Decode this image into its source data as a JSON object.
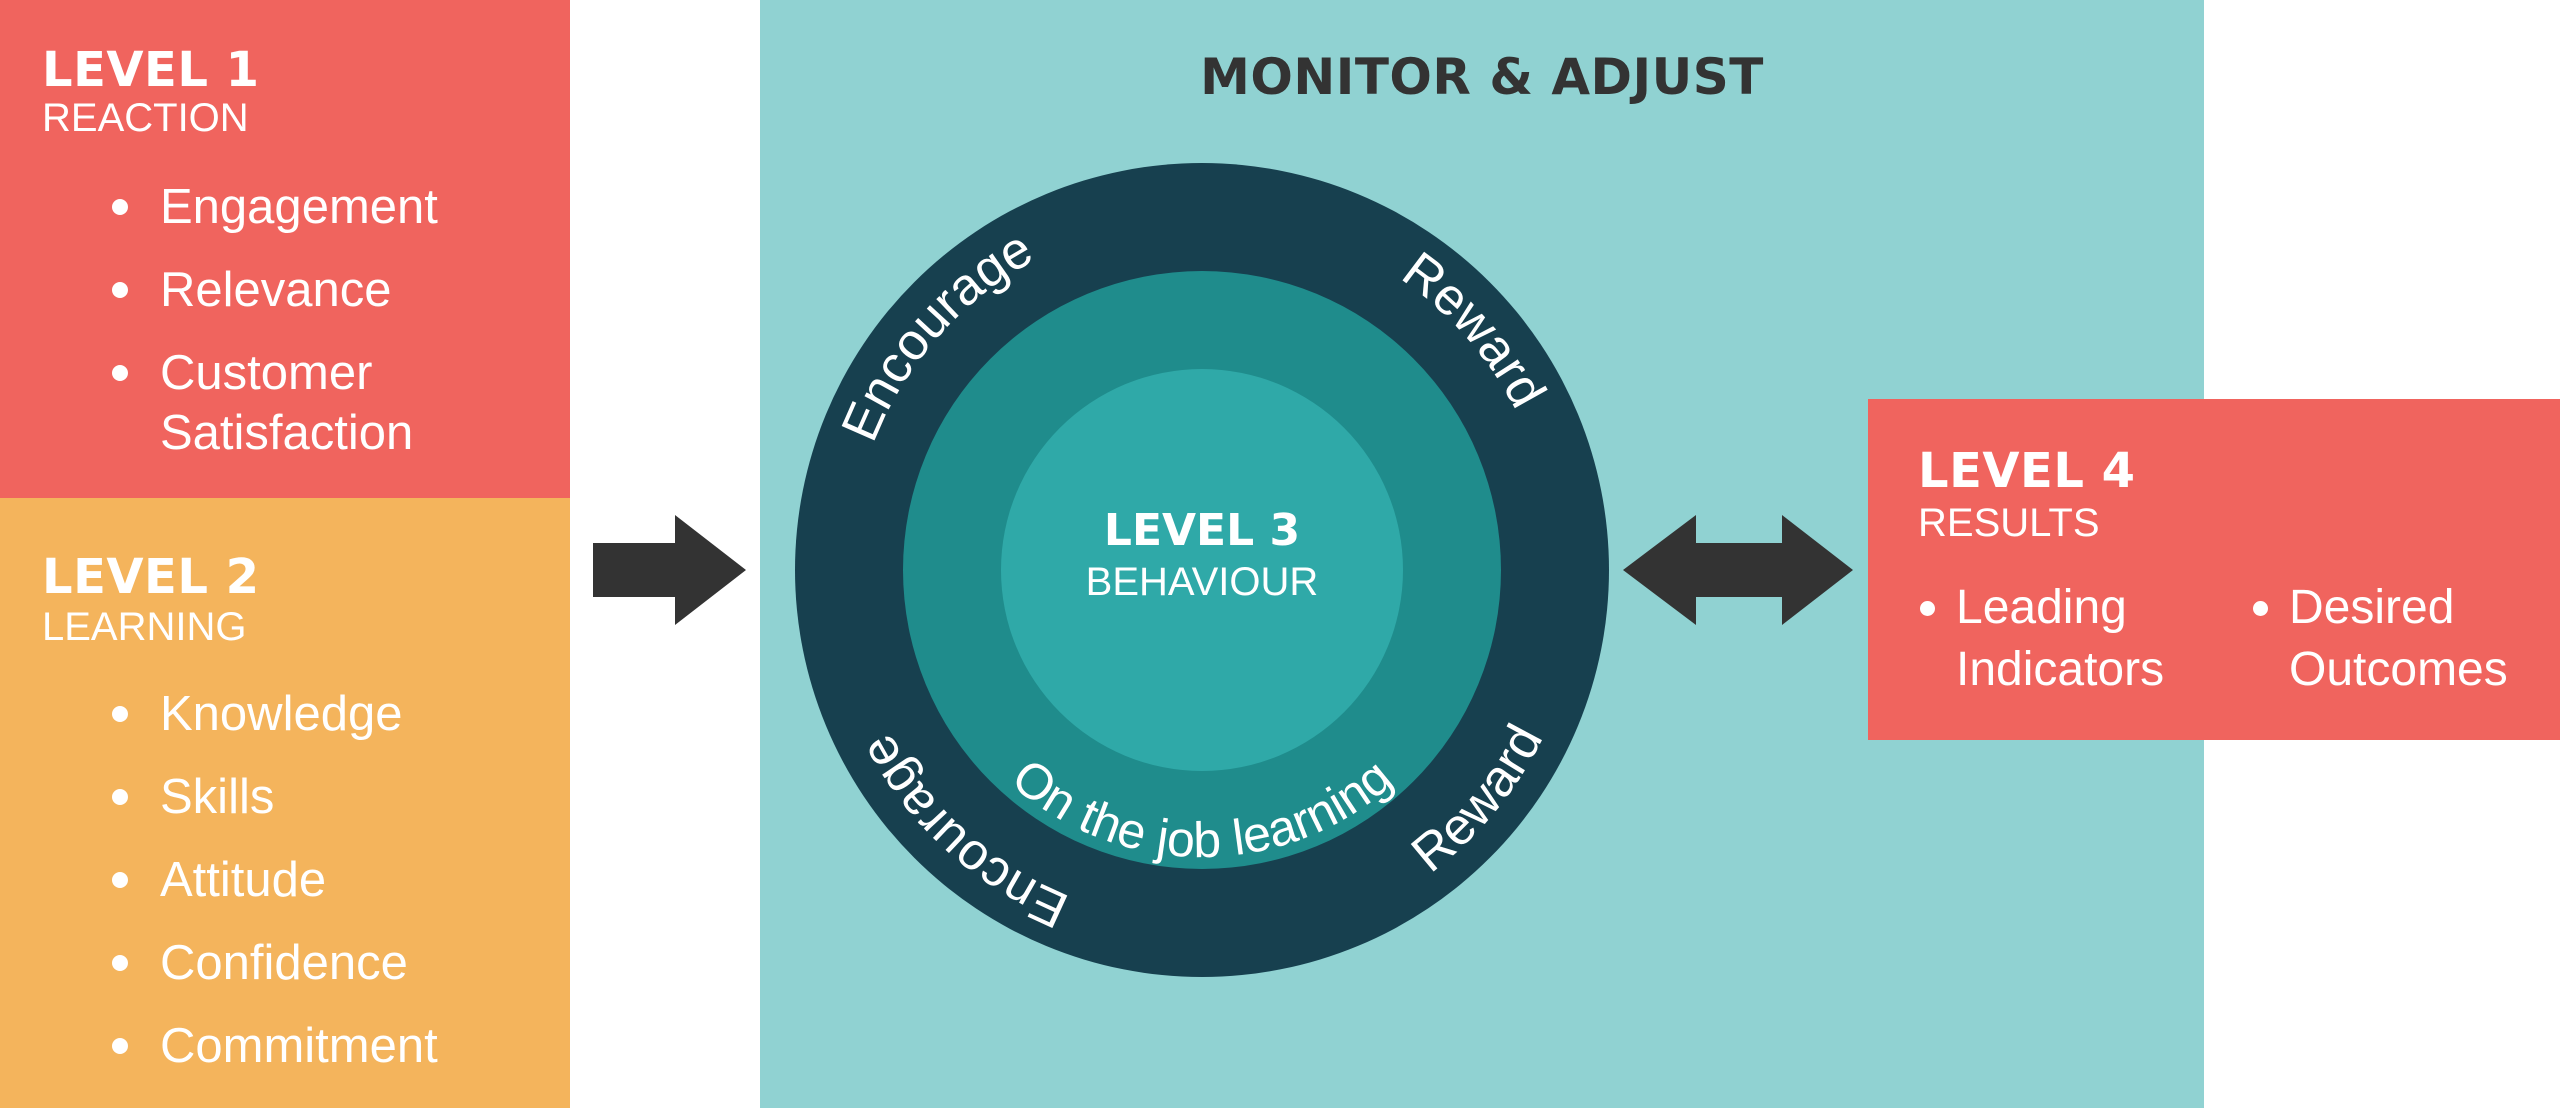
{
  "colors": {
    "level1_bg": "#F0645E",
    "level2_bg": "#F4B45C",
    "monitor_bg": "#90D2D2",
    "level4_bg": "#F0645E",
    "outer_ring": "#17404F",
    "middle_ring": "#1F8C8C",
    "inner_circle": "#2FA9A8",
    "arrow": "#333333",
    "text_light": "#FFFFFF",
    "text_dark": "#333333"
  },
  "level1": {
    "title": "LEVEL 1",
    "subtitle": "REACTION",
    "items": [
      "Engagement",
      "Relevance",
      "Customer\nSatisfaction"
    ]
  },
  "level2": {
    "title": "LEVEL 2",
    "subtitle": "LEARNING",
    "items": [
      "Knowledge",
      "Skills",
      "Attitude",
      "Confidence",
      "Commitment"
    ]
  },
  "monitor": {
    "title": "MONITOR & ADJUST",
    "level3": {
      "title": "LEVEL 3",
      "subtitle": "BEHAVIOUR",
      "middle_ring_label": "On the job learning",
      "outer_ring_labels": {
        "top_left": "Encourage",
        "top_right": "Reward",
        "bottom_left": "Encourage",
        "bottom_right": "Reward"
      }
    }
  },
  "level4": {
    "title": "LEVEL 4",
    "subtitle": "RESULTS",
    "items": [
      "Leading\nIndicators",
      "Desired\nOutcomes"
    ]
  },
  "arrows": {
    "left_arrow": "right-arrow-icon",
    "right_arrow": "double-arrow-icon"
  }
}
